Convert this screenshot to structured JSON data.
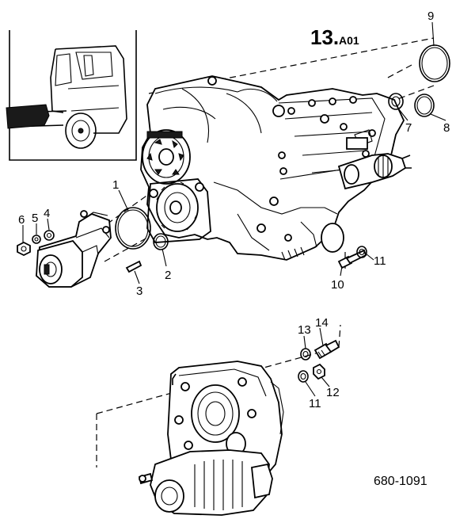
{
  "title": {
    "main": "13.",
    "suffix": "A01"
  },
  "reference": "680-1091",
  "callouts": [
    {
      "id": "1",
      "text": "1"
    },
    {
      "id": "2",
      "text": "2"
    },
    {
      "id": "3",
      "text": "3"
    },
    {
      "id": "4",
      "text": "4"
    },
    {
      "id": "5",
      "text": "5"
    },
    {
      "id": "6",
      "text": "6"
    },
    {
      "id": "7",
      "text": "7"
    },
    {
      "id": "8",
      "text": "8"
    },
    {
      "id": "9",
      "text": "9"
    },
    {
      "id": "10",
      "text": "10"
    },
    {
      "id": "11a",
      "text": "11"
    },
    {
      "id": "11b",
      "text": "11"
    },
    {
      "id": "12",
      "text": "12"
    },
    {
      "id": "13",
      "text": "13"
    },
    {
      "id": "14",
      "text": "14"
    }
  ]
}
